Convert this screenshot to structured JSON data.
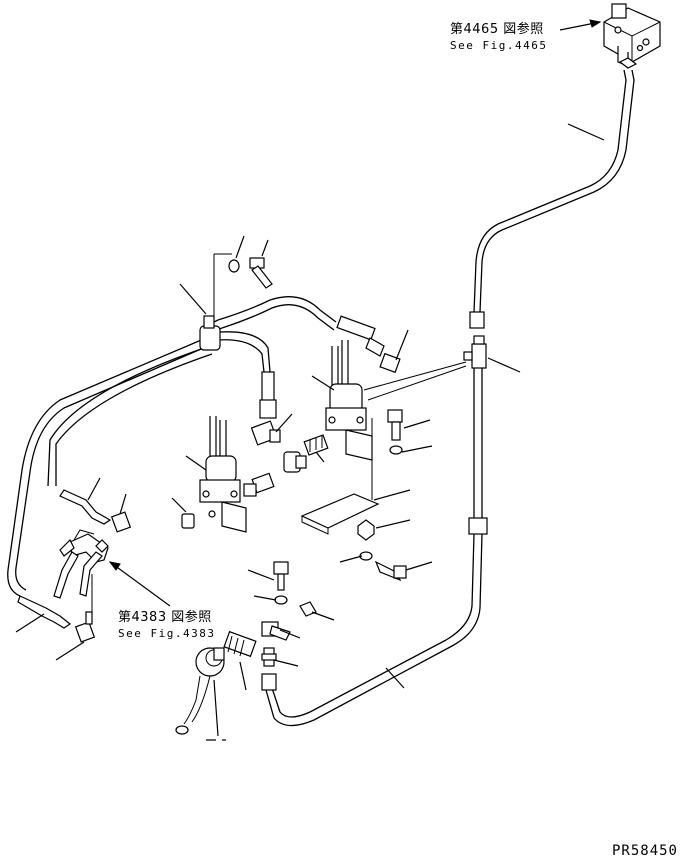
{
  "references": {
    "top": {
      "jp": "第4465 図参照",
      "en": "See Fig.4465"
    },
    "left": {
      "jp": "第4383 図参照",
      "en": "See Fig.4383"
    }
  },
  "drawing_code": "PR58450"
}
